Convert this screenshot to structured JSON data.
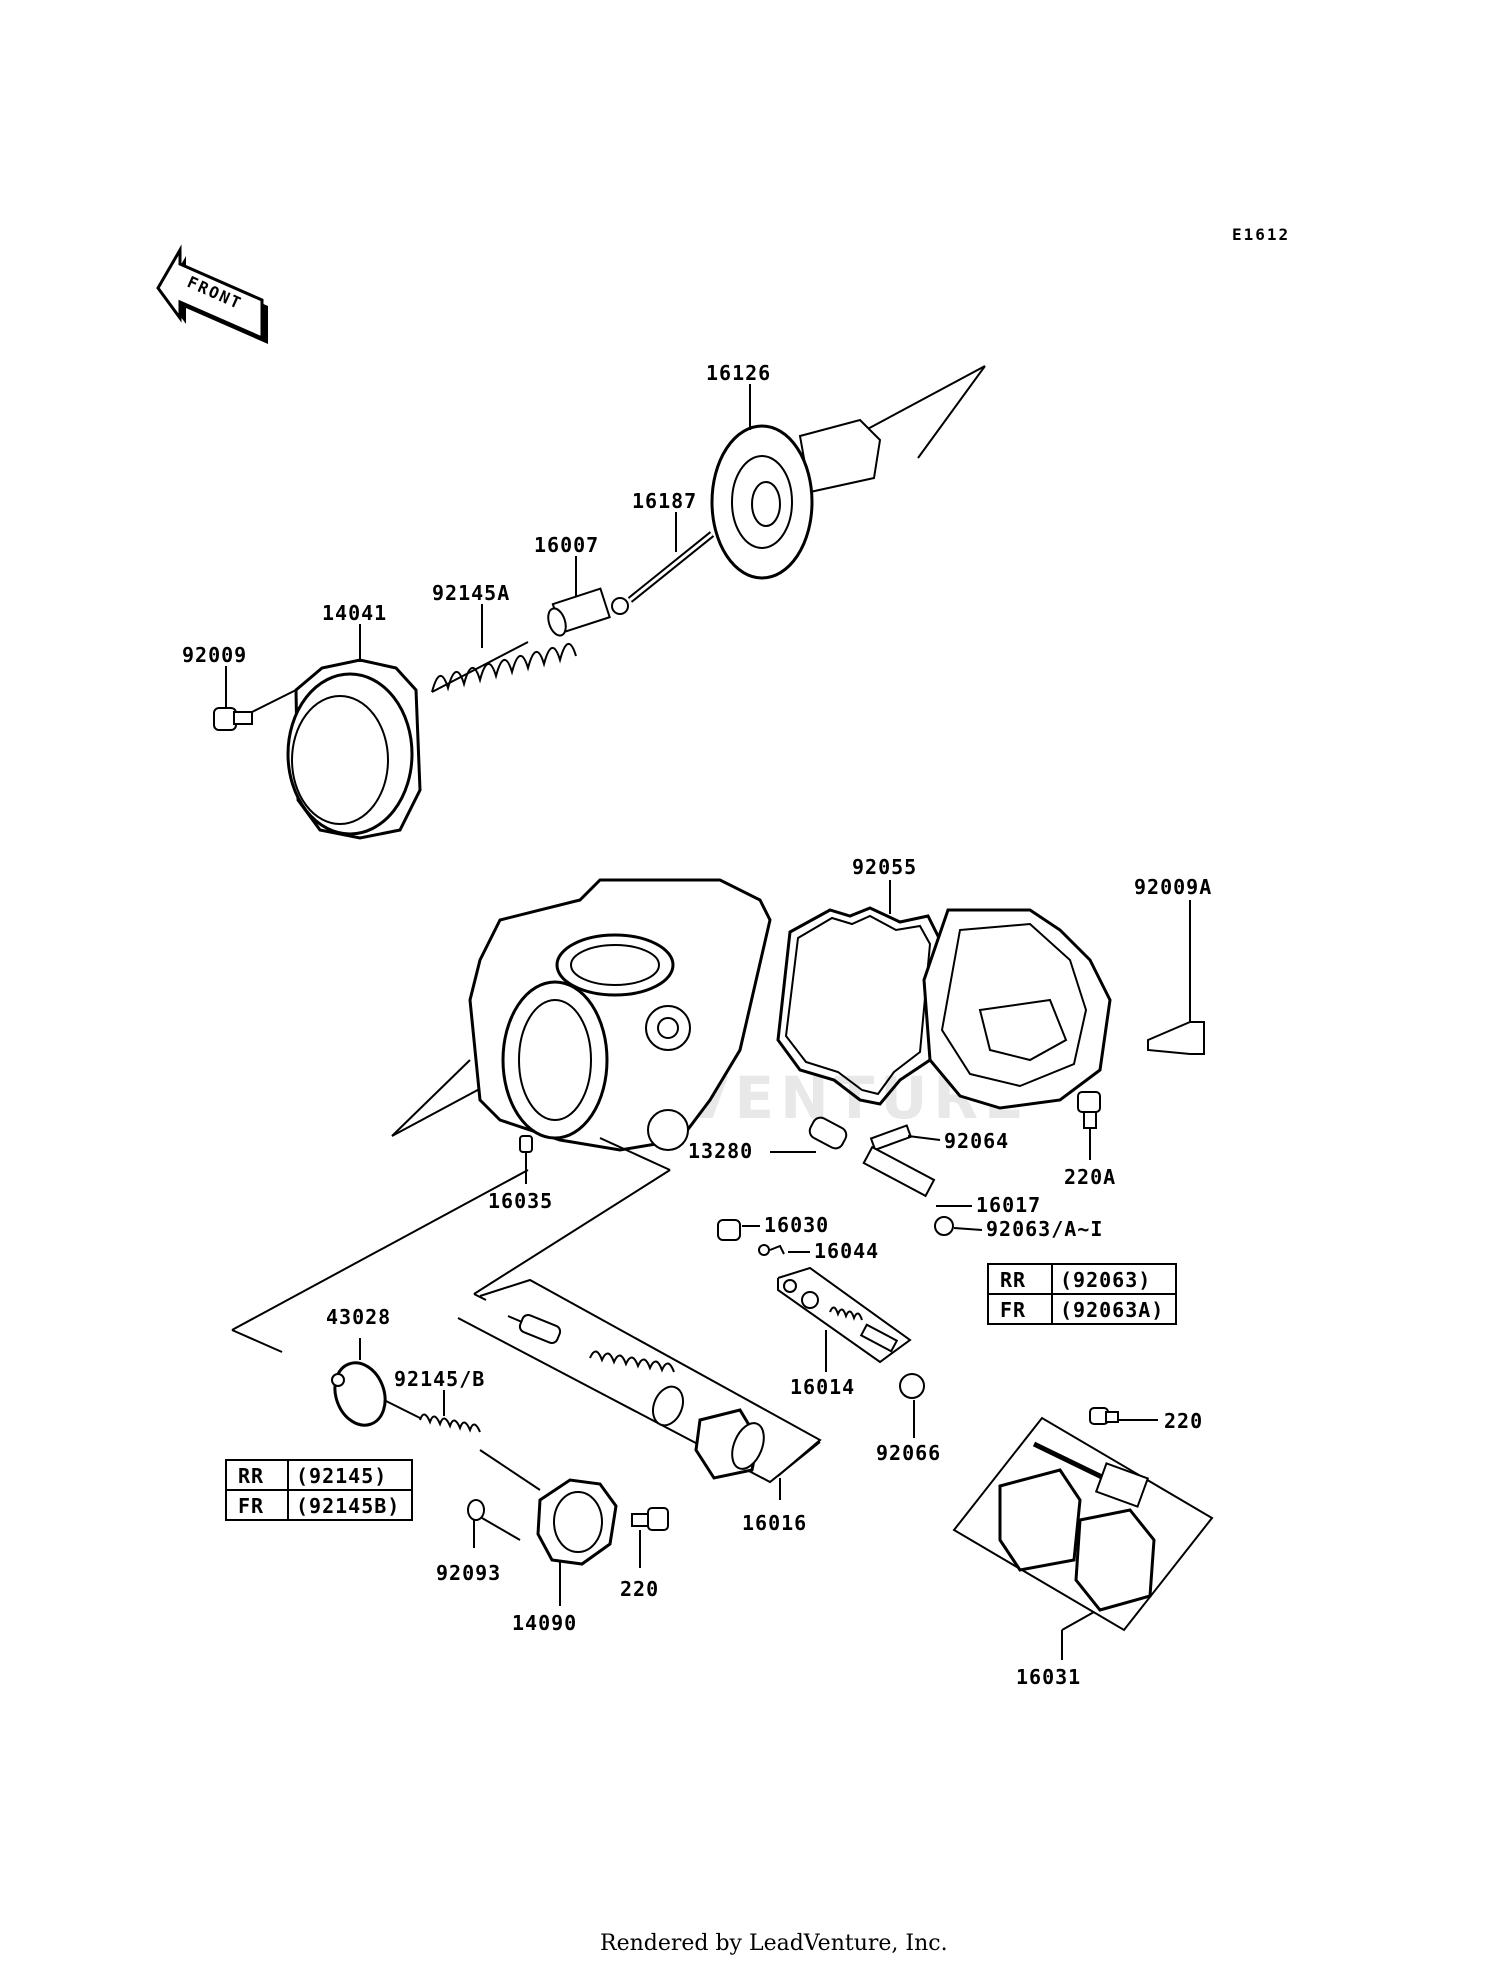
{
  "diagram_code": "E1612",
  "front_label": "FRONT",
  "watermark": "LEADVENTURE",
  "footer": "Rendered by LeadVenture, Inc.",
  "callouts": {
    "p16126": "16126",
    "p16187": "16187",
    "p16007": "16007",
    "p92145A": "92145A",
    "p14041": "14041",
    "p92009": "92009",
    "p92055": "92055",
    "p92009A": "92009A",
    "p92064": "92064",
    "p13280": "13280",
    "p220A": "220A",
    "p16035": "16035",
    "p16017": "16017",
    "p16030": "16030",
    "p16044": "16044",
    "p92063AI": "92063/A~I",
    "p43028": "43028",
    "p92145B": "92145/B",
    "p16014": "16014",
    "p92066": "92066",
    "p220_right": "220",
    "p16016": "16016",
    "p92093": "92093",
    "p220_bottom": "220",
    "p14090": "14090",
    "p16031": "16031"
  },
  "tables": {
    "t92063": {
      "rows": [
        {
          "pos": "RR",
          "part": "(92063)"
        },
        {
          "pos": "FR",
          "part": "(92063A)"
        }
      ]
    },
    "t92145": {
      "rows": [
        {
          "pos": "RR",
          "part": "(92145)"
        },
        {
          "pos": "FR",
          "part": "(92145B)"
        }
      ]
    }
  }
}
